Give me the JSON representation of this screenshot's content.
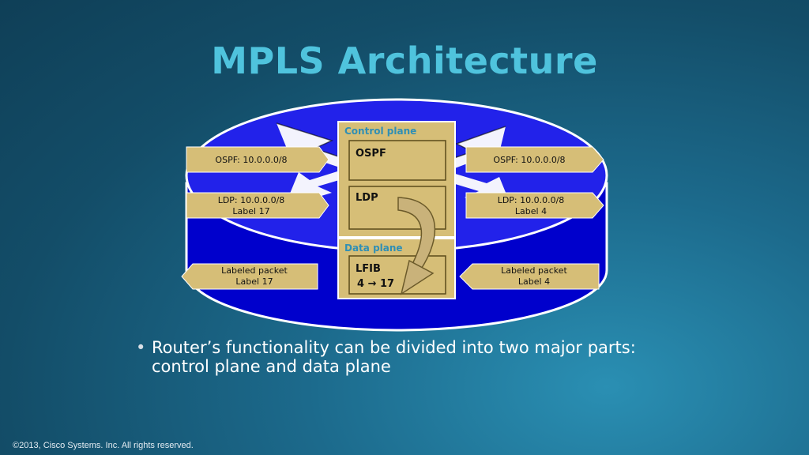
{
  "slide": {
    "title": "MPLS Architecture",
    "bullet": "Router’s functionality can be divided into two major parts: control plane and data plane",
    "footer": "©2013, Cisco Systems. Inc. All rights reserved."
  },
  "diagram": {
    "control_plane_label": "Control plane",
    "data_plane_label": "Data plane",
    "ospf_box": "OSPF",
    "ldp_box": "LDP",
    "lfib_box": {
      "title": "LFIB",
      "entry_from": "4",
      "entry_to": "17"
    },
    "left": {
      "ospf_msg": "OSPF: 10.0.0.0/8",
      "ldp_msg": [
        "LDP: 10.0.0.0/8",
        "Label 17"
      ],
      "labeled_packet": [
        "Labeled packet",
        "Label 17"
      ]
    },
    "right": {
      "ospf_msg": "OSPF: 10.0.0.0/8",
      "ldp_msg": [
        "LDP: 10.0.0.0/8",
        "Label 4"
      ],
      "labeled_packet": [
        "Labeled packet",
        "Label 4"
      ]
    },
    "colors": {
      "router_blue": "#0000cc",
      "router_top": "#2a2ae8",
      "box_fill": "#d6be77",
      "label_cyan": "#38a8c8"
    }
  }
}
